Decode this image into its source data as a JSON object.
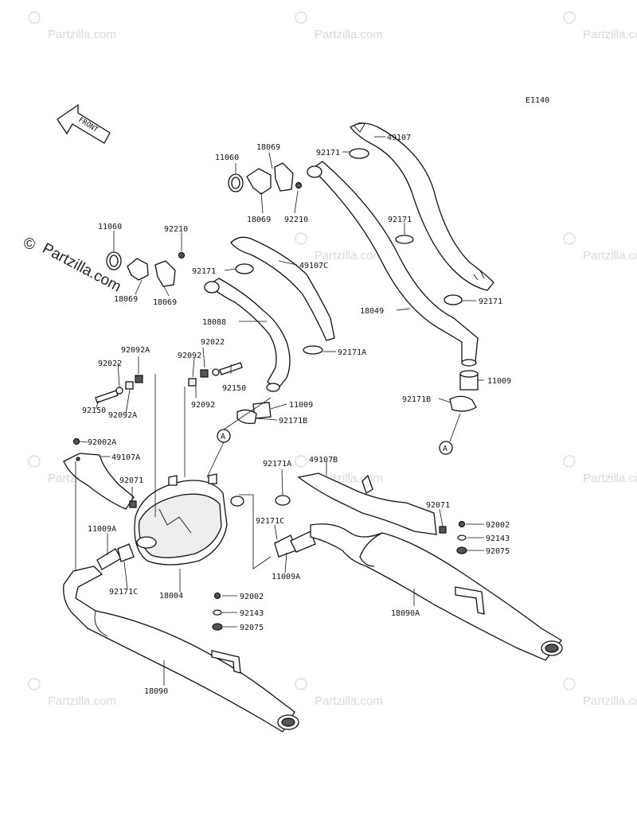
{
  "diagram": {
    "code": "E1140",
    "front_label": "FRONT",
    "ref_marker": "A",
    "watermark_text": "Partzilla.com",
    "watermark_brand": "Partzilla.com",
    "copyright_symbol": "©"
  },
  "part_labels": {
    "p49107": "49107",
    "p92171_top": "92171",
    "p18069_top": "18069",
    "p11060_top": "11060",
    "p18069_top2": "18069",
    "p92210_top": "92210",
    "p11060_left": "11060",
    "p92210_left": "92210",
    "p18069_left1": "18069",
    "p18069_left2": "18069",
    "p92171_mid": "92171",
    "p49107c": "49107C",
    "p92171_right": "92171",
    "p92171_far": "92171",
    "p18088": "18088",
    "p18049": "18049",
    "p92171a_top": "92171A",
    "p92022_l": "92022",
    "p92092a_top": "92092A",
    "p92092": "92092",
    "p92022_r": "92022",
    "p92150_r": "92150",
    "p11009_mid": "11009",
    "p92092_b": "92092",
    "p92092a_b": "92092A",
    "p92150_l": "92150",
    "p92002a": "92002A",
    "p92171b_mid": "92171B",
    "p11009_right": "11009",
    "p92171b_right": "92171B",
    "p49107a": "49107A",
    "p92071_l": "92071",
    "p92171a_mid": "92171A",
    "p49107b": "49107B",
    "p92071_r": "92071",
    "p92002_r": "92002",
    "p92143_r": "92143",
    "p92075_r": "92075",
    "p92171c_r": "92171C",
    "p11009a_l": "11009A",
    "p11009a_r": "11009A",
    "p92171c_l": "92171C",
    "p18004": "18004",
    "p92002_m": "92002",
    "p92143_m": "92143",
    "p92075_m": "92075",
    "p18090a": "18090A",
    "p18090": "18090"
  },
  "colors": {
    "ink": "#111111",
    "watermark": "#d9d9d9",
    "background": "#ffffff"
  }
}
